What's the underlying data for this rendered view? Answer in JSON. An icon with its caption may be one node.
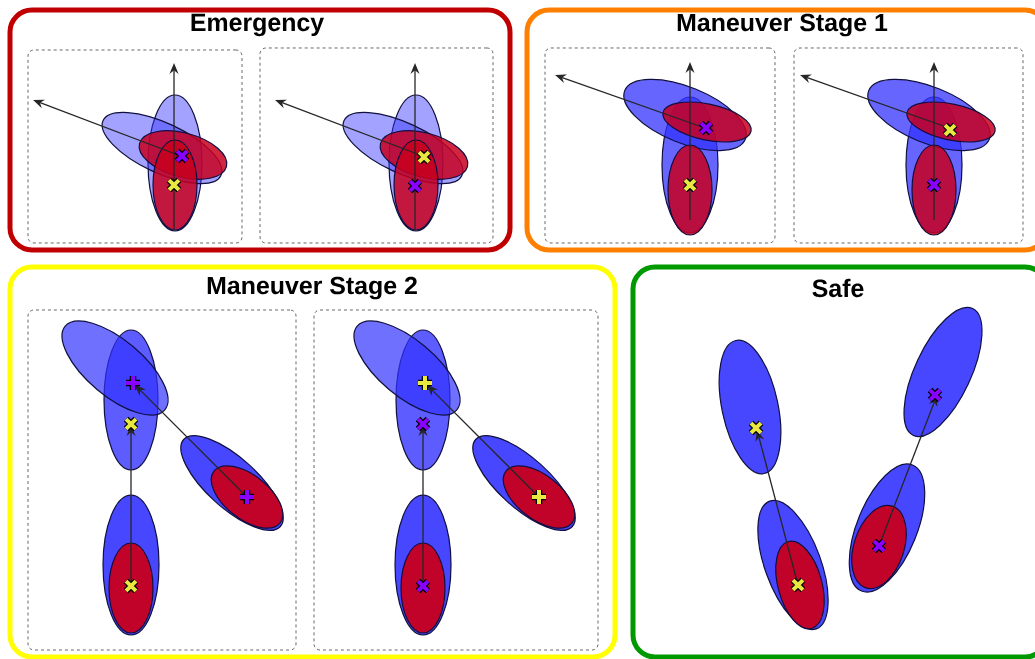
{
  "diagram": {
    "nodes": [
      {
        "text": [
          "Emergency"
        ]
      },
      {
        "text": [],
        "shape": "box",
        "in": 0
      },
      {
        "text": [],
        "shape": "box",
        "in": 0
      },
      {
        "text": [
          "Maneuver Stage 1"
        ]
      },
      {
        "text": [],
        "shape": "box",
        "in": 3
      },
      {
        "text": [],
        "shape": "box",
        "in": 3
      },
      {
        "text": [
          "Maneuver Stage 2"
        ]
      },
      {
        "text": [],
        "shape": "box",
        "in": 6
      },
      {
        "text": [],
        "shape": "box",
        "in": 6
      },
      {
        "text": [
          "Safe"
        ]
      }
    ]
  }
}
